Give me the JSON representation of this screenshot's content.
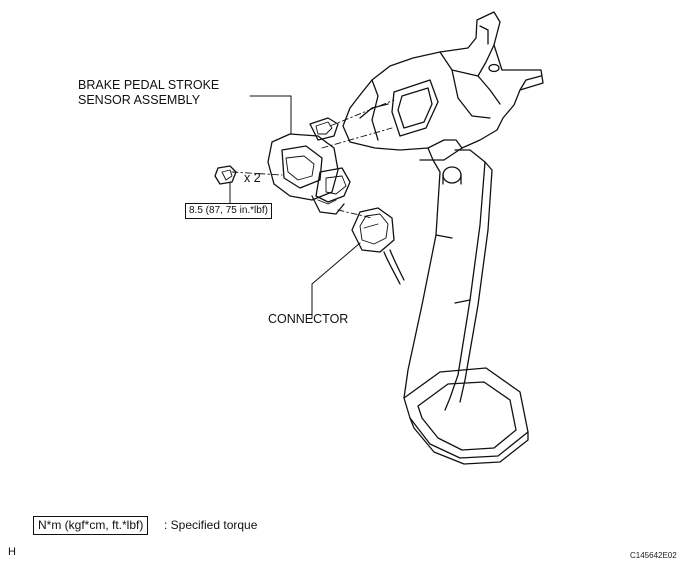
{
  "labels": {
    "sensor_line1": "BRAKE PEDAL STROKE",
    "sensor_line2": "SENSOR ASSEMBLY",
    "bolt_qty": "x 2",
    "torque_value": "8.5 (87, 75 in.*lbf)",
    "connector": "CONNECTOR"
  },
  "legend": {
    "unit_box": "N*m (kgf*cm, ft.*lbf)",
    "description": ": Specified torque"
  },
  "footer": {
    "left_code": "H",
    "figure_id": "C145642E02"
  },
  "colors": {
    "ink": "#111111",
    "paper": "#ffffff"
  }
}
